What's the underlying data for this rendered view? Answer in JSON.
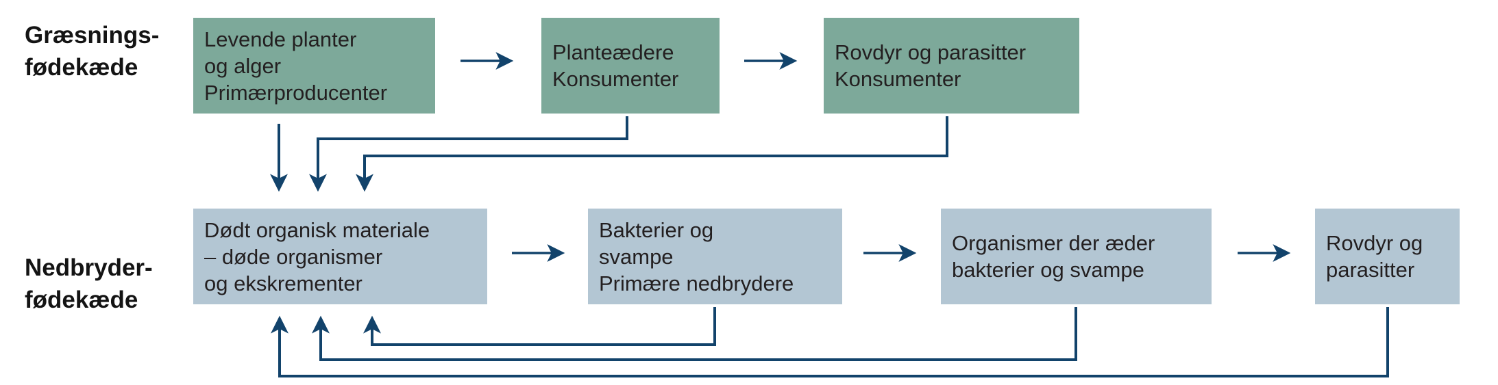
{
  "diagram": {
    "labels": {
      "grazing": "Græsnings-\nfødekæde",
      "decomposer": "Nedbryder-\nfødekæde"
    },
    "boxes": {
      "primary_producers": "Levende planter\nog alger\nPrimærproducenter",
      "herbivores": "Planteædere\nKonsumenter",
      "predator_consumers": "Rovdyr og parasitter\nKonsumenter",
      "dead_organic": "Dødt organisk materiale\n– døde organismer\nog ekskrementer",
      "decomposers": "Bakterier og\nsvampe\nPrimære nedbrydere",
      "decomposer_eaters": "Organismer der æder\nbakterier og svampe",
      "predators": "Rovdyr og\nparasitter"
    },
    "colors": {
      "grazing_box": "#7da99a",
      "decomposer_box": "#b3c6d3",
      "arrow": "#12436b",
      "text": "#231f20"
    }
  }
}
